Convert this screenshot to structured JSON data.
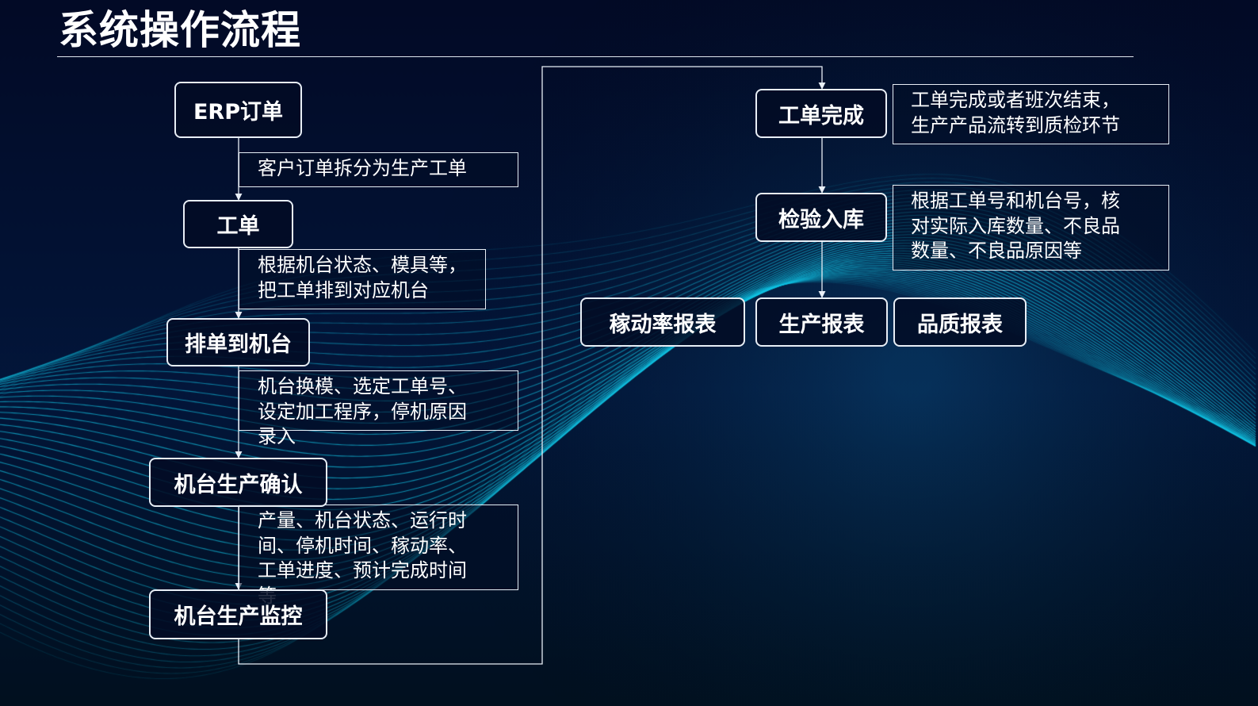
{
  "title": "系统操作流程",
  "nodes": {
    "erp_order": "ERP订单",
    "work_order": "工单",
    "schedule_machine": "排单到机台",
    "production_confirm": "机台生产确认",
    "production_monitor": "机台生产监控",
    "work_order_complete": "工单完成",
    "inspection_storage": "检验入库",
    "utilization_report": "稼动率报表",
    "production_report": "生产报表",
    "quality_report": "品质报表"
  },
  "notes": {
    "split_order": "客户订单拆分为生产工单",
    "assign_machine": "根据机台状态、模具等，\n把工单排到对应机台",
    "machine_setup": "机台换模、选定工单号、\n设定加工程序，停机原因\n录入",
    "monitor_items": "产量、机台状态、运行时\n间、停机时间、稼动率、\n工单进度、预计完成时间\n等",
    "complete_desc": "工单完成或者班次结束，\n生产产品流转到质检环节",
    "inspection_desc": "根据工单号和机台号，核\n对实际入库数量、不良品\n数量、不良品原因等"
  },
  "colors": {
    "background": "#020c24",
    "wave": "#12c8e8",
    "line": "#e8eef6"
  }
}
